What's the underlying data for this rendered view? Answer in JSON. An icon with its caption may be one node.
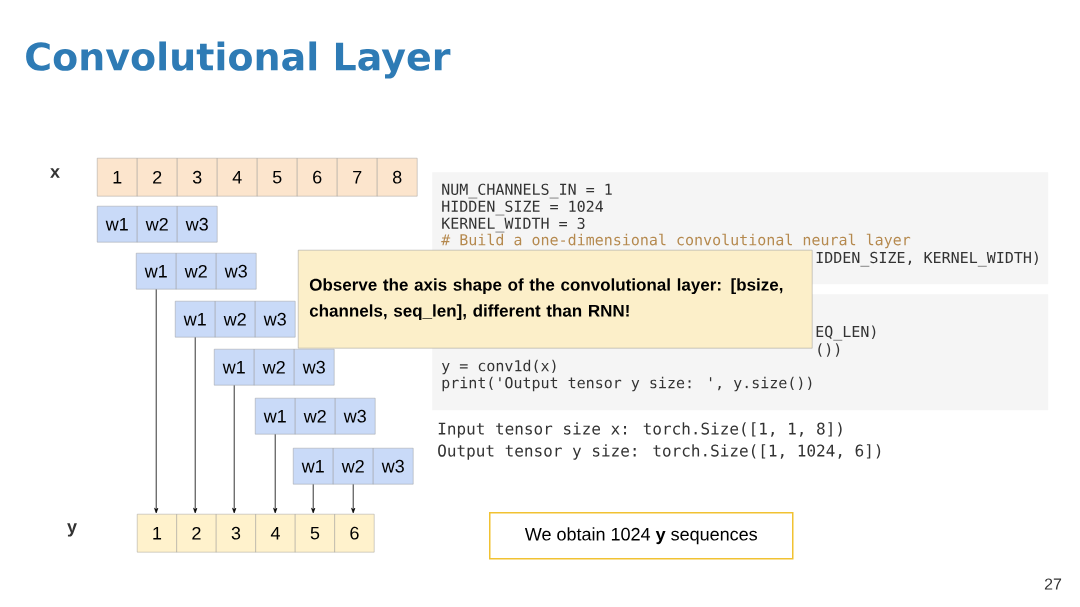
{
  "diagram": {
    "title": "Convolutional Layer",
    "nodes": [
      {
        "text": [
          "1"
        ]
      },
      {
        "text": [
          "2"
        ]
      },
      {
        "text": [
          "3"
        ]
      },
      {
        "text": [
          "4"
        ]
      },
      {
        "text": [
          "5"
        ]
      },
      {
        "text": [
          "6"
        ]
      },
      {
        "text": [
          "7"
        ]
      },
      {
        "text": [
          "8"
        ]
      },
      {
        "text": [
          "w1"
        ]
      },
      {
        "text": [
          "w2"
        ]
      },
      {
        "text": [
          "w3"
        ]
      },
      {
        "text": [
          "w1"
        ]
      },
      {
        "text": [
          "w2"
        ]
      },
      {
        "text": [
          "w3"
        ]
      },
      {
        "text": [
          "w1"
        ]
      },
      {
        "text": [
          "w2"
        ]
      },
      {
        "text": [
          "w3"
        ]
      },
      {
        "text": [
          "w1"
        ]
      },
      {
        "text": [
          "w2"
        ]
      },
      {
        "text": [
          "w3"
        ]
      },
      {
        "text": [
          "w1"
        ]
      },
      {
        "text": [
          "w2"
        ]
      },
      {
        "text": [
          "w3"
        ]
      },
      {
        "text": [
          "w1"
        ]
      },
      {
        "text": [
          "w2"
        ]
      },
      {
        "text": [
          "w3"
        ]
      },
      {
        "text": [
          "Observe the axis shape of the convolutional layer: [bsize, channels, seq_len], different than RNN!"
        ]
      },
      {
        "text": [
          "NUM_CHANNELS_IN = 1",
          "HIDDEN_SIZE = 1024",
          "KERNEL_WIDTH = 3",
          "# Build a one-dimensional convolutional neural layer",
          "IDDEN_SIZE, KERNEL_WIDTH)"
        ]
      },
      {
        "text": [
          "EQ_LEN)",
          "())",
          "y = conv1d(x)",
          "print('Output tensor y size: ', y.size())"
        ]
      },
      {
        "text": [
          "1"
        ]
      },
      {
        "text": [
          "2"
        ]
      },
      {
        "text": [
          "3"
        ]
      },
      {
        "text": [
          "4"
        ]
      },
      {
        "text": [
          "5"
        ]
      },
      {
        "text": [
          "6"
        ]
      },
      {
        "text": [
          "We obtain 1024 **y** sequences"
        ]
      }
    ],
    "edges": [
      {
        "from": 11,
        "to": 29,
        "arrow": "to"
      },
      {
        "from": 14,
        "to": 30,
        "arrow": "to"
      },
      {
        "from": 17,
        "to": 31,
        "arrow": "to"
      },
      {
        "from": 20,
        "to": 32,
        "arrow": "to"
      },
      {
        "from": 23,
        "to": 33,
        "arrow": "to"
      },
      {
        "from": 24,
        "to": 34,
        "arrow": "to"
      }
    ],
    "labels": [
      "x",
      "Input tensor size x: torch.Size([1, 1, 8])",
      "Output tensor y size: torch.Size([1, 1024, 6])",
      "y",
      "27"
    ]
  }
}
